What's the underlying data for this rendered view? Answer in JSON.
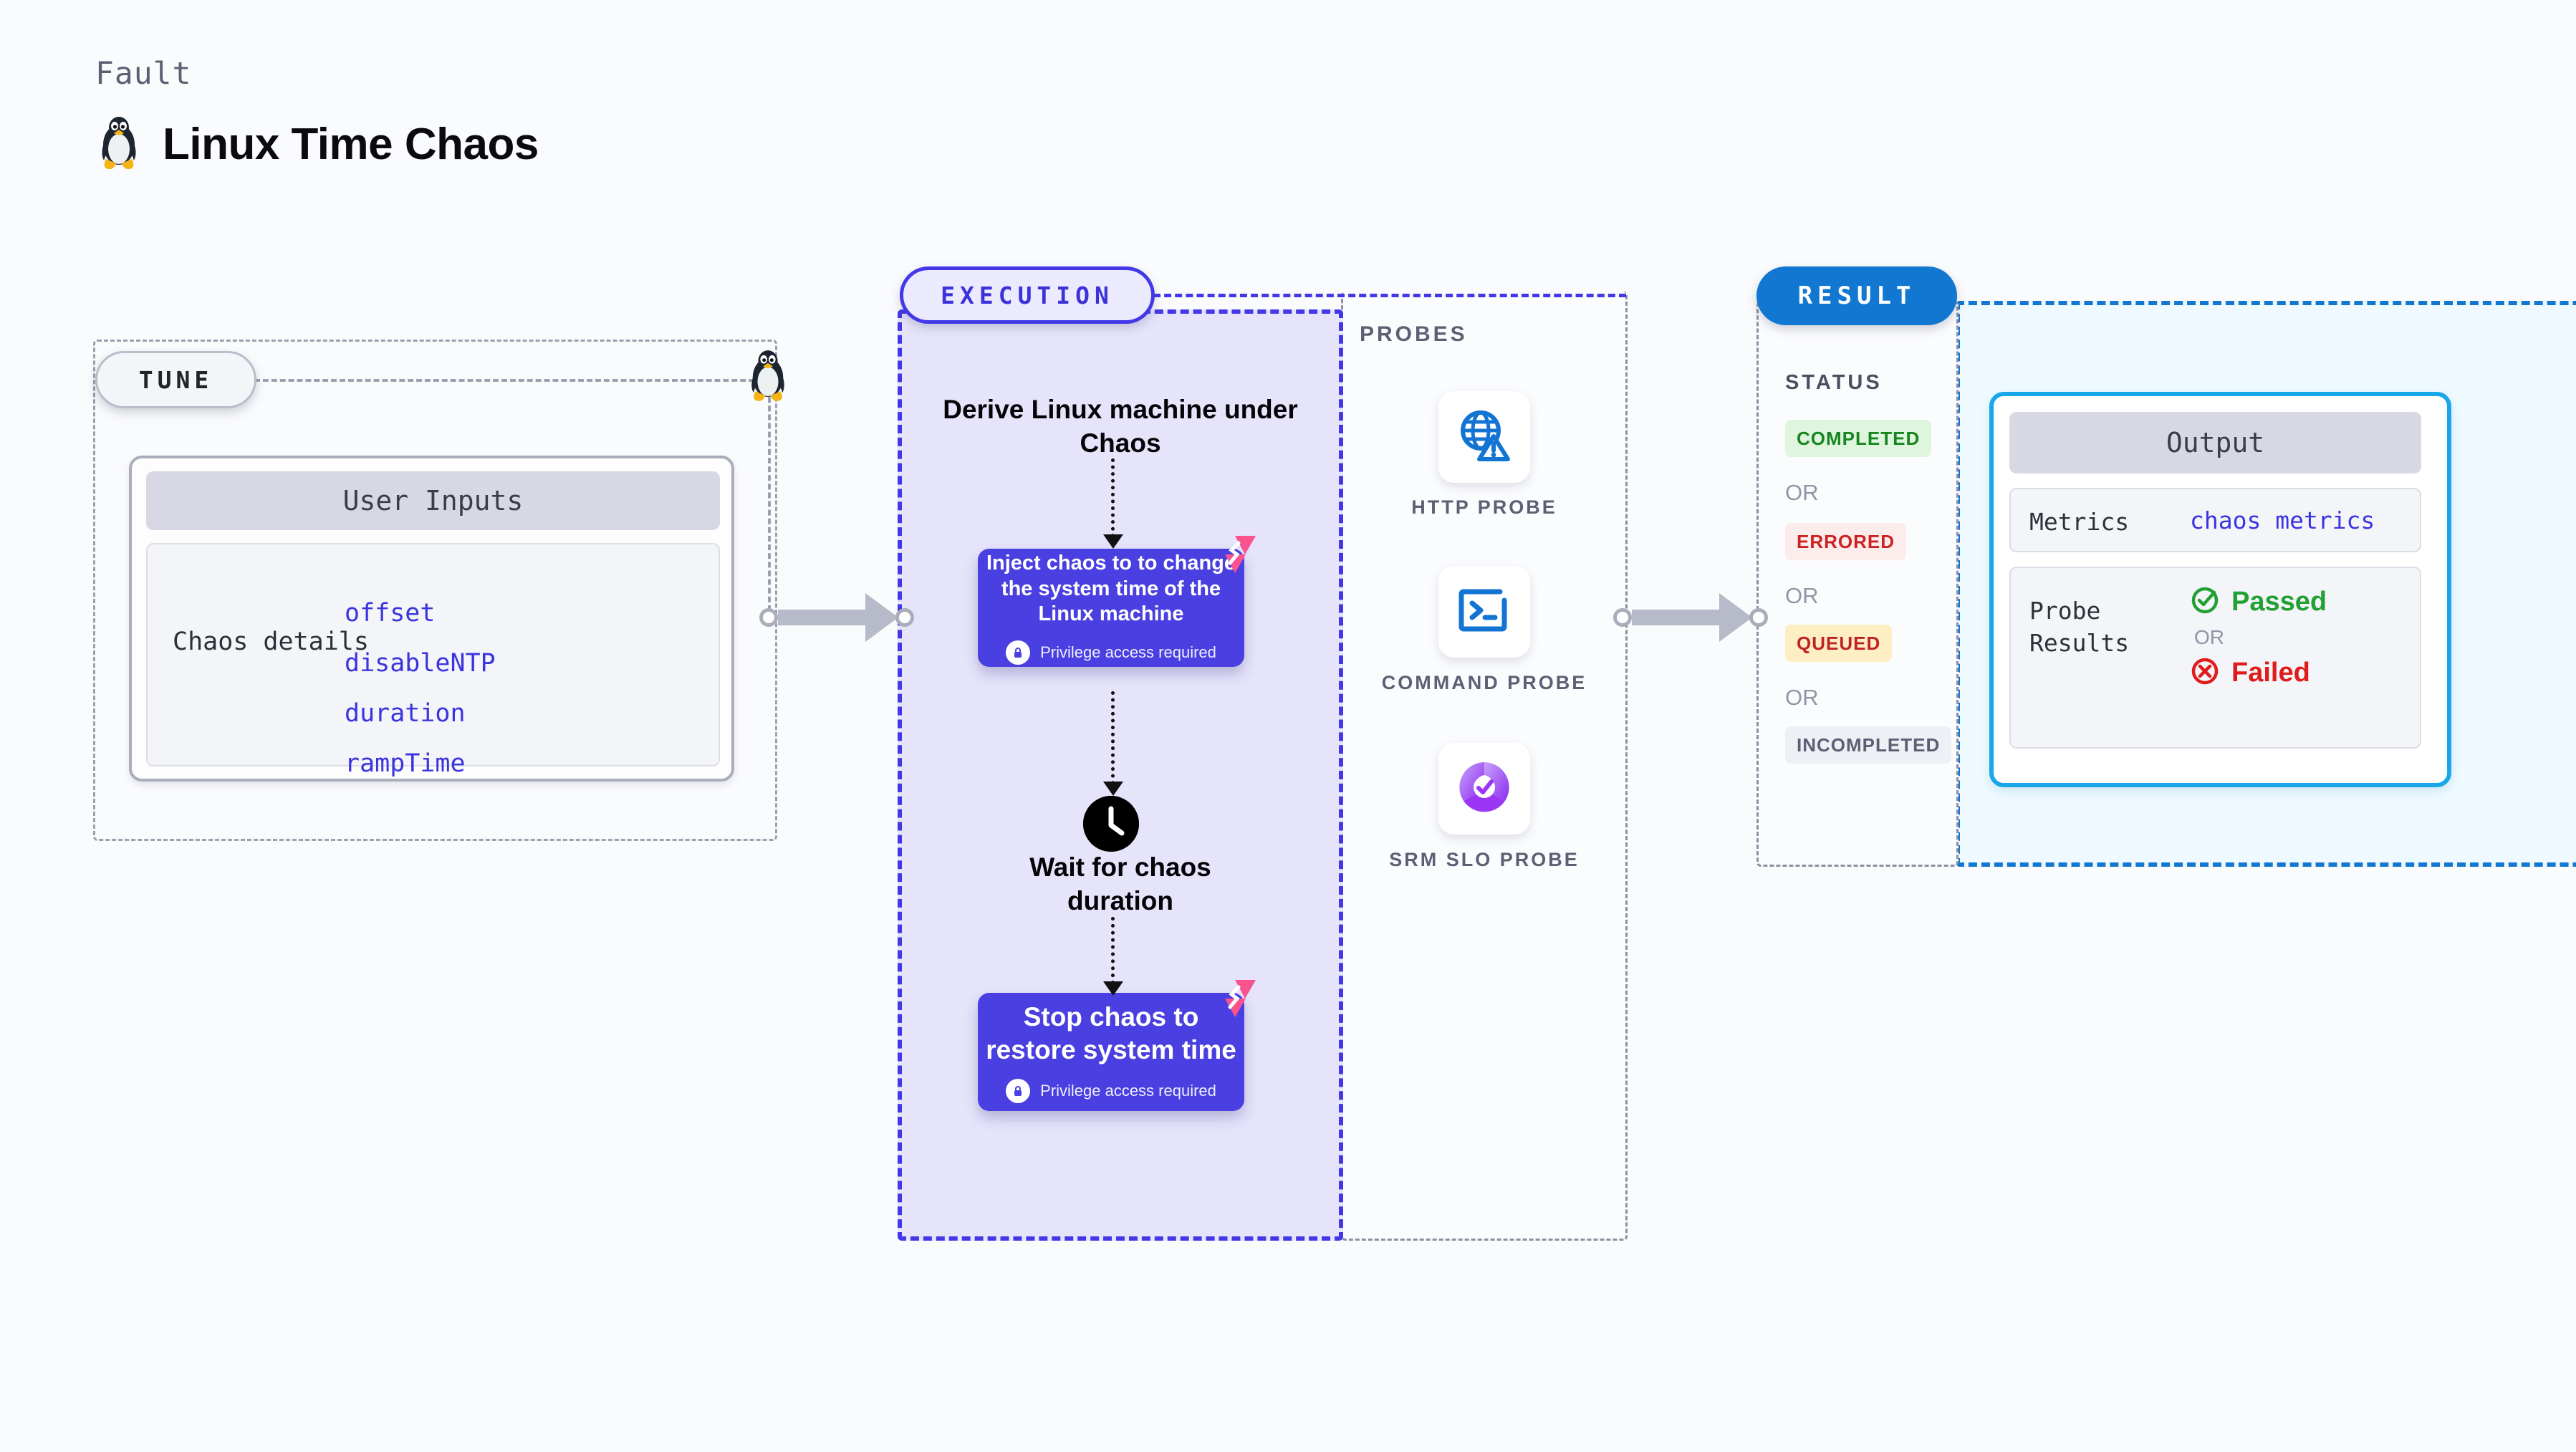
{
  "header": {
    "kicker": "Fault",
    "title": "Linux Time Chaos",
    "icon": "linux-tux-icon"
  },
  "tune": {
    "pill_label": "TUNE",
    "user_inputs_title": "User Inputs",
    "details_label": "Chaos details",
    "params": [
      "offset",
      "disableNTP",
      "duration",
      "rampTime"
    ]
  },
  "execution": {
    "pill_label": "EXECUTION",
    "step_title": "Derive Linux machine under Chaos",
    "action_1": {
      "text": "Inject chaos to to change the system time of the Linux machine",
      "privilege": "Privilege access required"
    },
    "wait_title": "Wait for chaos duration",
    "action_2": {
      "text": "Stop chaos to restore system time",
      "privilege": "Privilege access required"
    }
  },
  "probes": {
    "label": "PROBES",
    "items": [
      {
        "name": "HTTP PROBE",
        "icon": "globe-warning-icon"
      },
      {
        "name": "COMMAND PROBE",
        "icon": "terminal-icon"
      },
      {
        "name": "SRM SLO PROBE",
        "icon": "slo-donut-check-icon"
      }
    ]
  },
  "result": {
    "pill_label": "RESULT",
    "status_label": "STATUS",
    "or_label": "OR",
    "statuses": [
      {
        "label": "COMPLETED",
        "color": "#18861f",
        "bg": "#dff5de"
      },
      {
        "label": "ERRORED",
        "color": "#cc2222",
        "bg": "#fdecec"
      },
      {
        "label": "QUEUED",
        "color": "#c02222",
        "bg": "#fdeec4"
      },
      {
        "label": "INCOMPLETED",
        "color": "#5b6073",
        "bg": "#eff0f5"
      }
    ],
    "output": {
      "title": "Output",
      "metrics_label": "Metrics",
      "metrics_value": "chaos metrics",
      "probe_results_label": "Probe Results",
      "passed": "Passed",
      "failed": "Failed",
      "or_label": "OR"
    }
  },
  "colors": {
    "indigo": "#4338e8",
    "card_purple": "#4a3fe0",
    "result_blue": "#1177d1",
    "output_cyan": "#18a7e8",
    "pink": "#f9538f"
  }
}
